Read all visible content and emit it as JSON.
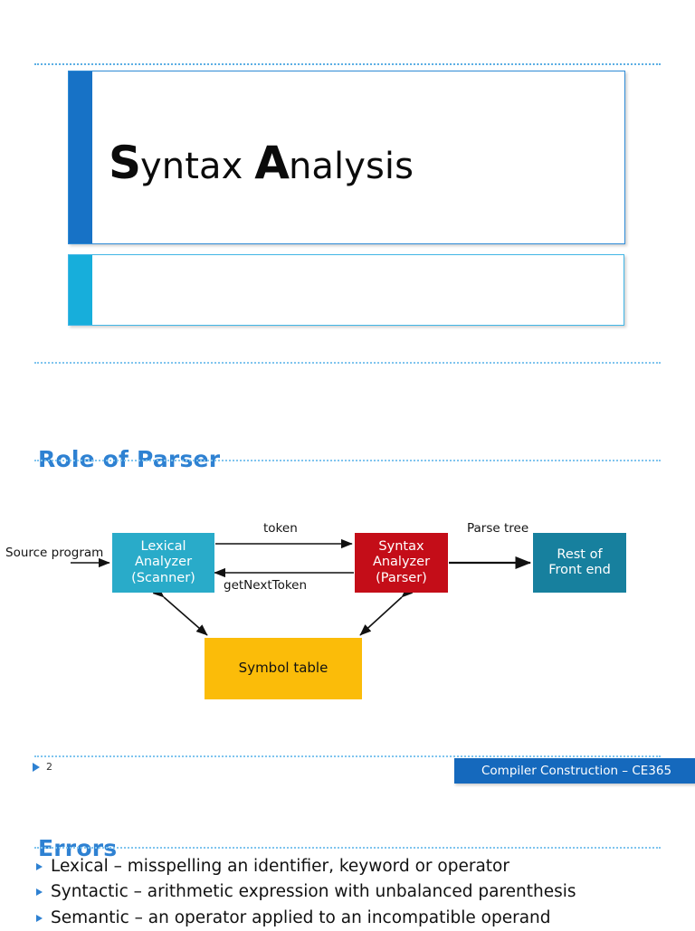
{
  "slide_title": {
    "title_cap1": "S",
    "title_rest1": "yntax",
    "title_space": " ",
    "title_cap2": "A",
    "title_rest2": "nalysis",
    "accent_color_main": "#1772C6",
    "accent_color_sub": "#17AEDB",
    "border_color_main": "#2E8BD6",
    "border_color_sub": "#41B6E6"
  },
  "slide_parser": {
    "heading": "Role of Parser",
    "heading_color": "#2E81D2",
    "diagram": {
      "type": "flow-diagram",
      "boxes": [
        {
          "id": "lexical",
          "lines": [
            "Lexical",
            "Analyzer",
            "(Scanner)"
          ],
          "color": "#29ABC9",
          "text_color": "#ffffff"
        },
        {
          "id": "syntax",
          "lines": [
            "Syntax",
            "Analyzer",
            "(Parser)"
          ],
          "color": "#C40D18",
          "text_color": "#ffffff"
        },
        {
          "id": "frontend",
          "lines": [
            "Rest of",
            "Front end"
          ],
          "color": "#17809E",
          "text_color": "#ffffff"
        },
        {
          "id": "symbol",
          "lines": [
            "Symbol table"
          ],
          "color": "#FBBC09",
          "text_color": "#111111"
        }
      ],
      "labels": {
        "source": [
          "Source",
          "program"
        ],
        "token": "token",
        "get_next_token": "getNextToken",
        "parse_tree": [
          "Parse",
          "tree"
        ]
      }
    },
    "footer": {
      "page_number": "2",
      "course_badge": "Compiler Construction – CE365",
      "badge_color": "#1569BD"
    }
  },
  "slide_errors": {
    "heading": "Errors",
    "heading_color": "#2E81D2",
    "bullets": [
      "Lexical – misspelling an identifier, keyword or operator",
      "Syntactic – arithmetic expression with unbalanced parenthesis",
      "Semantic – an operator applied to an incompatible operand"
    ]
  }
}
